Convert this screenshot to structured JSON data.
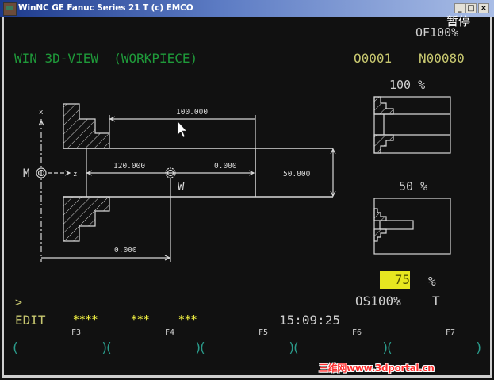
{
  "window": {
    "title": "WinNC GE Fanuc Series 21 T (c) EMCO",
    "buttons": {
      "minimize": "_",
      "maximize": "□",
      "close": "×"
    }
  },
  "overlay": {
    "pause_label": "暂停",
    "feed_override": "OF100%"
  },
  "header": {
    "mode_title": "WIN 3D-VIEW  (WORKPIECE)",
    "program_number": "O0001",
    "block_number": "N00080"
  },
  "drawing": {
    "dim_top": "100.000",
    "dim_z_left": "120.000",
    "dim_z_right": "0.000",
    "dim_diameter": "50.000",
    "dim_bottom": "0.000",
    "machine_zero_label": "M",
    "workpiece_zero_label": "W",
    "axis_x_label": "x",
    "axis_z_label": "z"
  },
  "previews": [
    {
      "zoom_label": "100 %"
    },
    {
      "zoom_label": "50 %"
    }
  ],
  "status": {
    "input_value": "75",
    "input_unit": "%",
    "spindle_override": "OS100%",
    "tool_label": "T",
    "prompt": "> _",
    "mode": "EDIT",
    "stars1": "****",
    "stars2": "***",
    "stars3": "***",
    "clock": "15:09:25"
  },
  "softkeys": [
    {
      "label": "F3",
      "bracket": "(        )"
    },
    {
      "label": "F4",
      "bracket": "(        )"
    },
    {
      "label": "F5",
      "bracket": "(        )"
    },
    {
      "label": "F6",
      "bracket": "(        )"
    },
    {
      "label": "F7",
      "bracket": "(        )"
    }
  ],
  "watermark": "三维网www.3dportal.cn",
  "colors": {
    "background": "#111111",
    "title_green": "#1f9a3a",
    "header_yellow": "#c8c870",
    "highlight": "#e6e620",
    "softkey_teal": "#2a9a8a"
  }
}
